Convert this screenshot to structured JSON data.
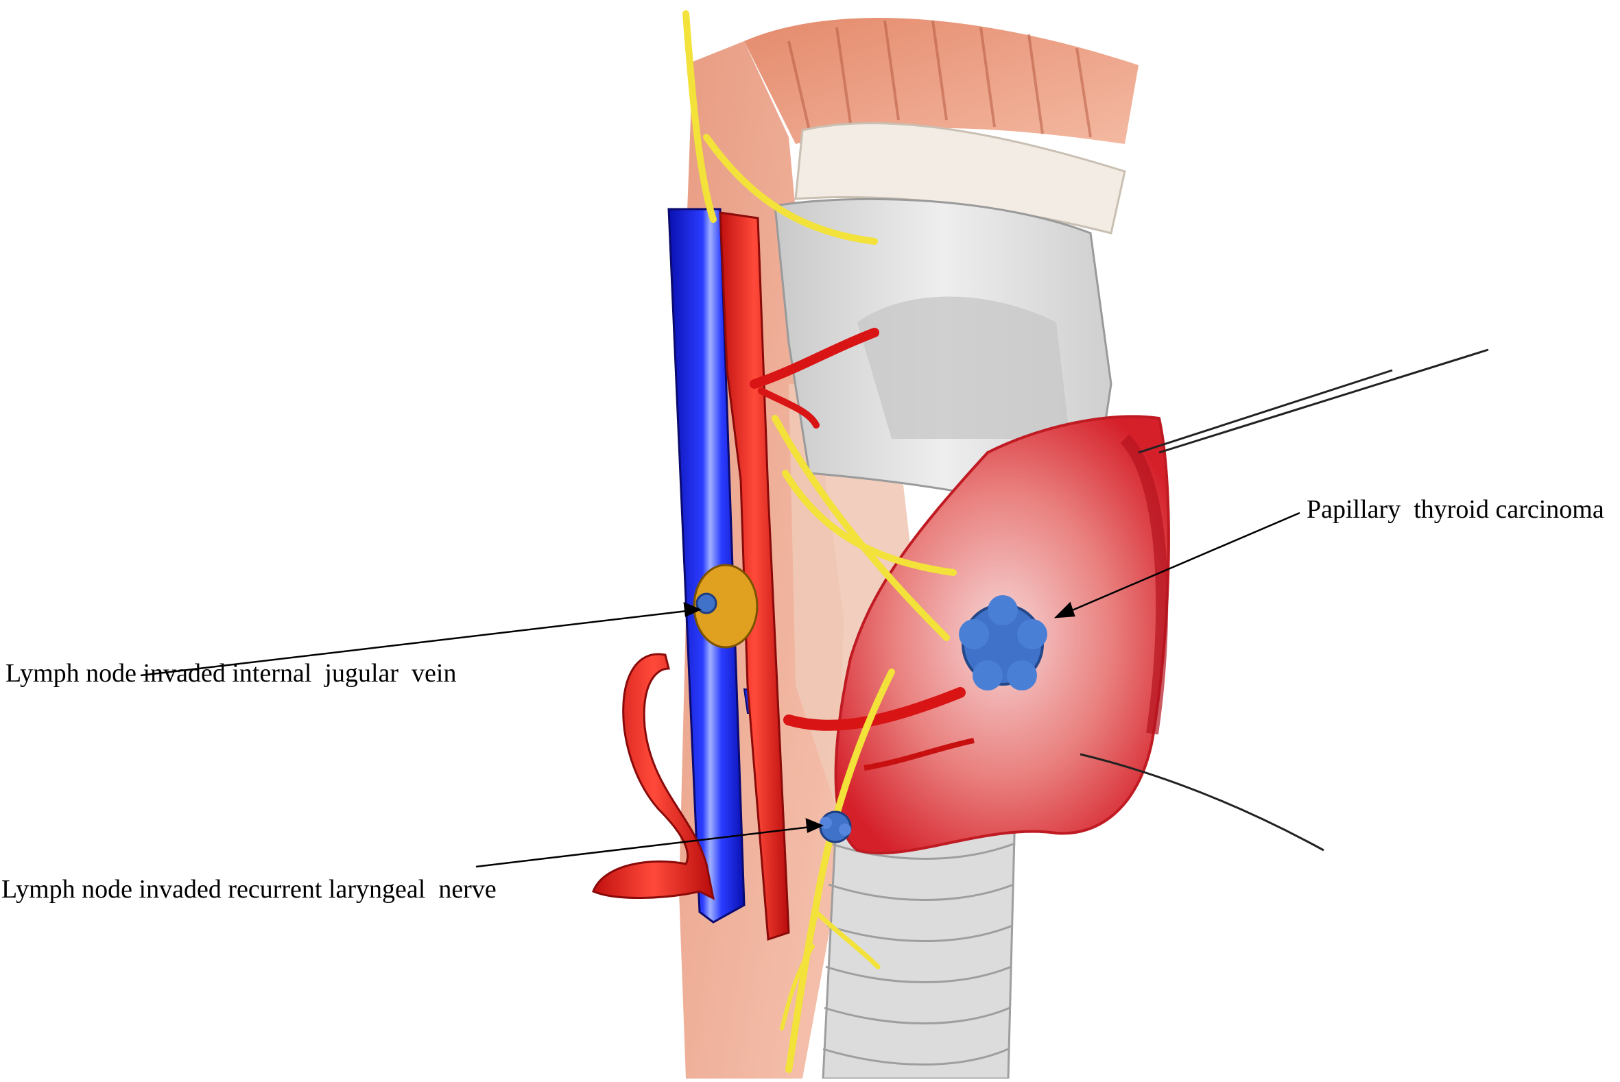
{
  "labels": {
    "papillary_thyroid_carcinoma": "Papillary  thyroid carcinoma",
    "lymph_node_ijv": "Lymph node invaded internal  jugular  vein",
    "lymph_node_rln": "Lymph node invaded recurrent laryngeal  nerve"
  },
  "colors": {
    "vein": "#1a1ae6",
    "artery": "#e01818",
    "nerve": "#f2e23a",
    "muscle": "#e08a70",
    "cartilage": "#d8d8d8",
    "thyroid": "#e0383a",
    "tumor": "#3f72c8",
    "lymph_node": "#e0a020"
  }
}
